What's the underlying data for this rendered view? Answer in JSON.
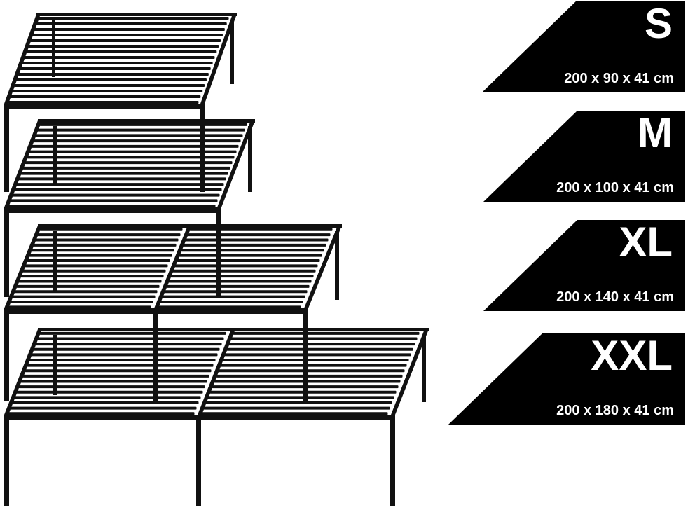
{
  "beds": [
    {
      "size": "S",
      "slats": 16
    },
    {
      "size": "M",
      "slats": 16
    },
    {
      "size": "XL",
      "slats": 16
    },
    {
      "size": "XXL",
      "slats": 16
    }
  ],
  "sizes": [
    {
      "code": "S",
      "dimensions": "200 x 90 x 41 cm"
    },
    {
      "code": "M",
      "dimensions": "200 x 100 x 41 cm"
    },
    {
      "code": "XL",
      "dimensions": "200 x 140 x 41 cm"
    },
    {
      "code": "XXL",
      "dimensions": "200 x 180 x 41 cm"
    }
  ],
  "colors": {
    "frame": "#111111",
    "label_bg": "#000000",
    "label_text": "#ffffff"
  }
}
